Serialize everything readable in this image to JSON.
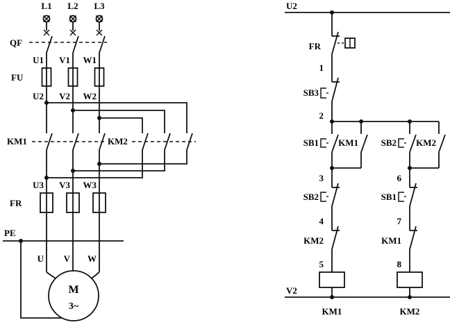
{
  "power_circuit": {
    "phase_labels": [
      "L1",
      "L2",
      "L3"
    ],
    "breaker_label": "QF",
    "terminals_row1": [
      "U1",
      "V1",
      "W1"
    ],
    "fuse_label": "FU",
    "terminals_row2": [
      "U2",
      "V2",
      "W2"
    ],
    "contactor1_label": "KM1",
    "contactor2_label": "KM2",
    "terminals_row3": [
      "U3",
      "V3",
      "W3"
    ],
    "thermal_relay_label": "FR",
    "earth_label": "PE",
    "motor_terminals": [
      "U",
      "V",
      "W"
    ],
    "motor_label": "M",
    "motor_type": "3~"
  },
  "control_circuit": {
    "top_rail_label": "U2",
    "bottom_rail_label": "V2",
    "thermal_contact_label": "FR",
    "stop_button_label": "SB3",
    "nodes": [
      "1",
      "2",
      "3",
      "4",
      "5",
      "6",
      "7",
      "8"
    ],
    "branch1": {
      "start_button": "SB1",
      "holding_contact": "KM1",
      "interlock_button": "SB2",
      "interlock_contact": "KM2",
      "coil_label": "KM1"
    },
    "branch2": {
      "start_button": "SB2",
      "holding_contact": "KM2",
      "interlock_button": "SB1",
      "interlock_contact": "KM1",
      "coil_label": "KM2"
    }
  }
}
